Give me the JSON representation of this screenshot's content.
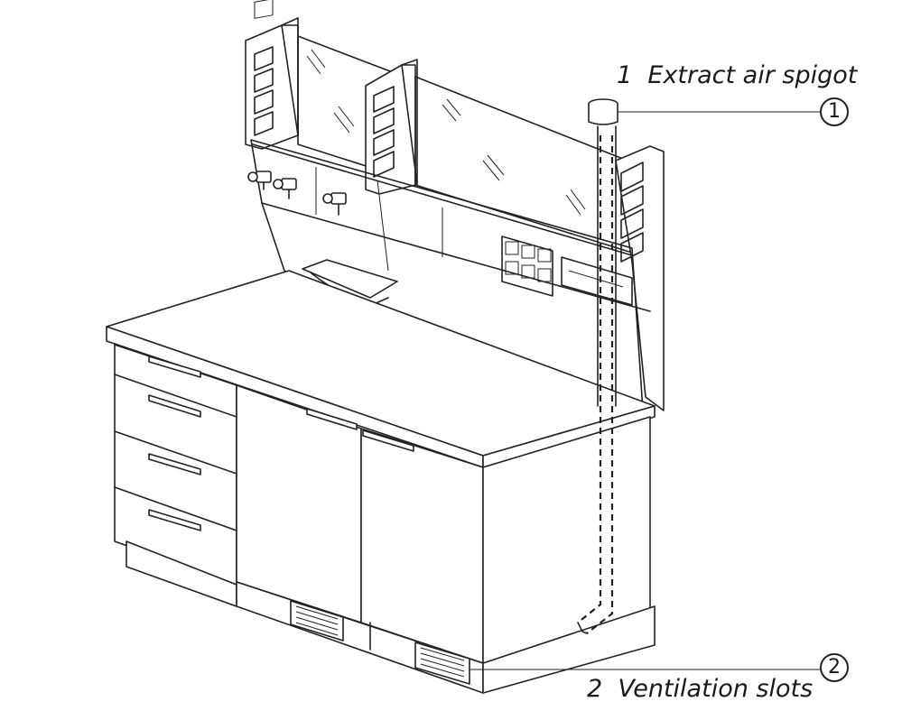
{
  "callouts": [
    {
      "number": "1",
      "text": "Extract air spigot"
    },
    {
      "number": "2",
      "text": "Ventilation slots"
    }
  ]
}
